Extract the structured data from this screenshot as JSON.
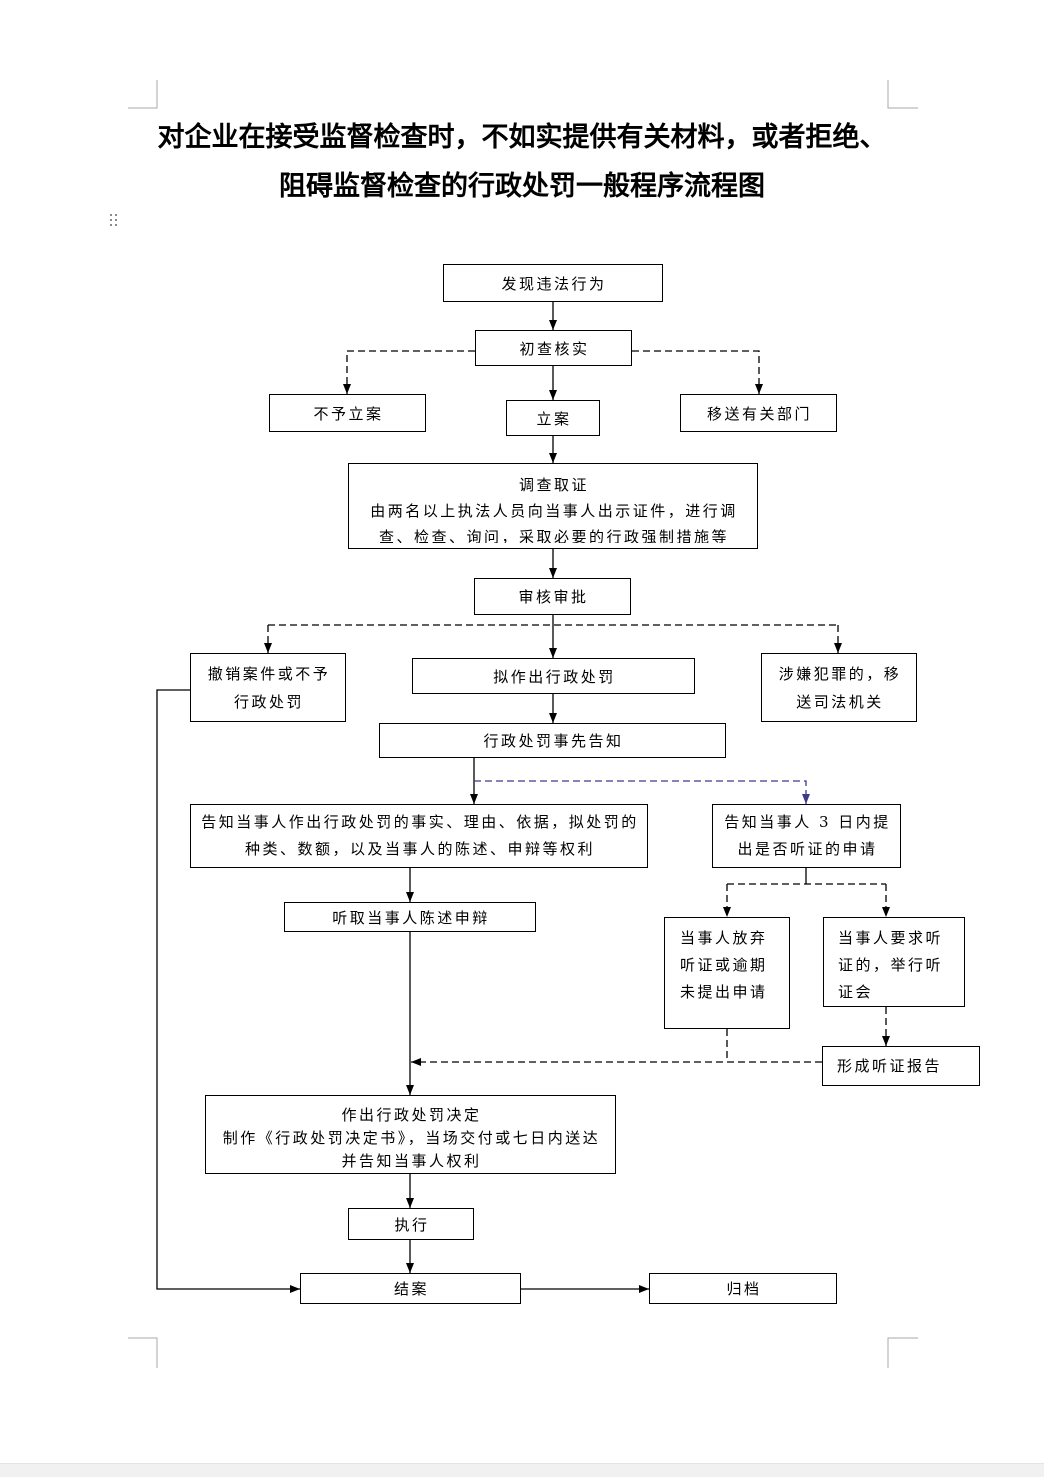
{
  "document": {
    "title": [
      "对企业在接受监督检查时，不如实提供有关材料，或者拒绝、",
      "阻碍监督检查的行政处罚一般程序流程图"
    ]
  },
  "flowchart": {
    "discover_violation": [
      "发现违法行为"
    ],
    "preliminary_check": [
      "初查核实"
    ],
    "no_filing": [
      "不予立案"
    ],
    "file_case": [
      "立案"
    ],
    "transfer_department": [
      "移送有关部门"
    ],
    "investigation": [
      "调查取证",
      "由两名以上执法人员向当事人出示证件，进行调",
      "查、检查、询问，采取必要的行政强制措施等"
    ],
    "review_approval": [
      "审核审批"
    ],
    "revoke_case": [
      "撤销案件或不予",
      "行政处罚"
    ],
    "propose_penalty": [
      "拟作出行政处罚"
    ],
    "transfer_judicial": [
      "涉嫌犯罪的，移",
      "送司法机关"
    ],
    "prior_notice": [
      "行政处罚事先告知"
    ],
    "notify_rights": [
      "告知当事人作出行政处罚的事实、理由、依据，拟处罚的",
      "种类、数额，以及当事人的陈述、申辩等权利"
    ],
    "notify_hearing": [
      "告知当事人 3 日内提",
      "出是否听证的申请"
    ],
    "hear_statement": [
      "听取当事人陈述申辩"
    ],
    "waive_hearing": [
      "当事人放弃",
      "听证或逾期",
      "未提出申请"
    ],
    "request_hearing": [
      "当事人要求听",
      "证的，举行听",
      "证会"
    ],
    "hearing_report": [
      "形成听证报告"
    ],
    "penalty_decision": [
      "作出行政处罚决定",
      "制作《行政处罚决定书》，当场交付或七日内送达",
      "并告知当事人权利"
    ],
    "execute": [
      "执行"
    ],
    "close_case": [
      "结案"
    ],
    "archive": [
      "归档"
    ]
  },
  "colors": {
    "border": "#000000",
    "notice_dash": "#3d3a8c",
    "corner_mark": "#a8a8a8"
  },
  "icons": {
    "drag_handle": "drag-handle-icon"
  }
}
